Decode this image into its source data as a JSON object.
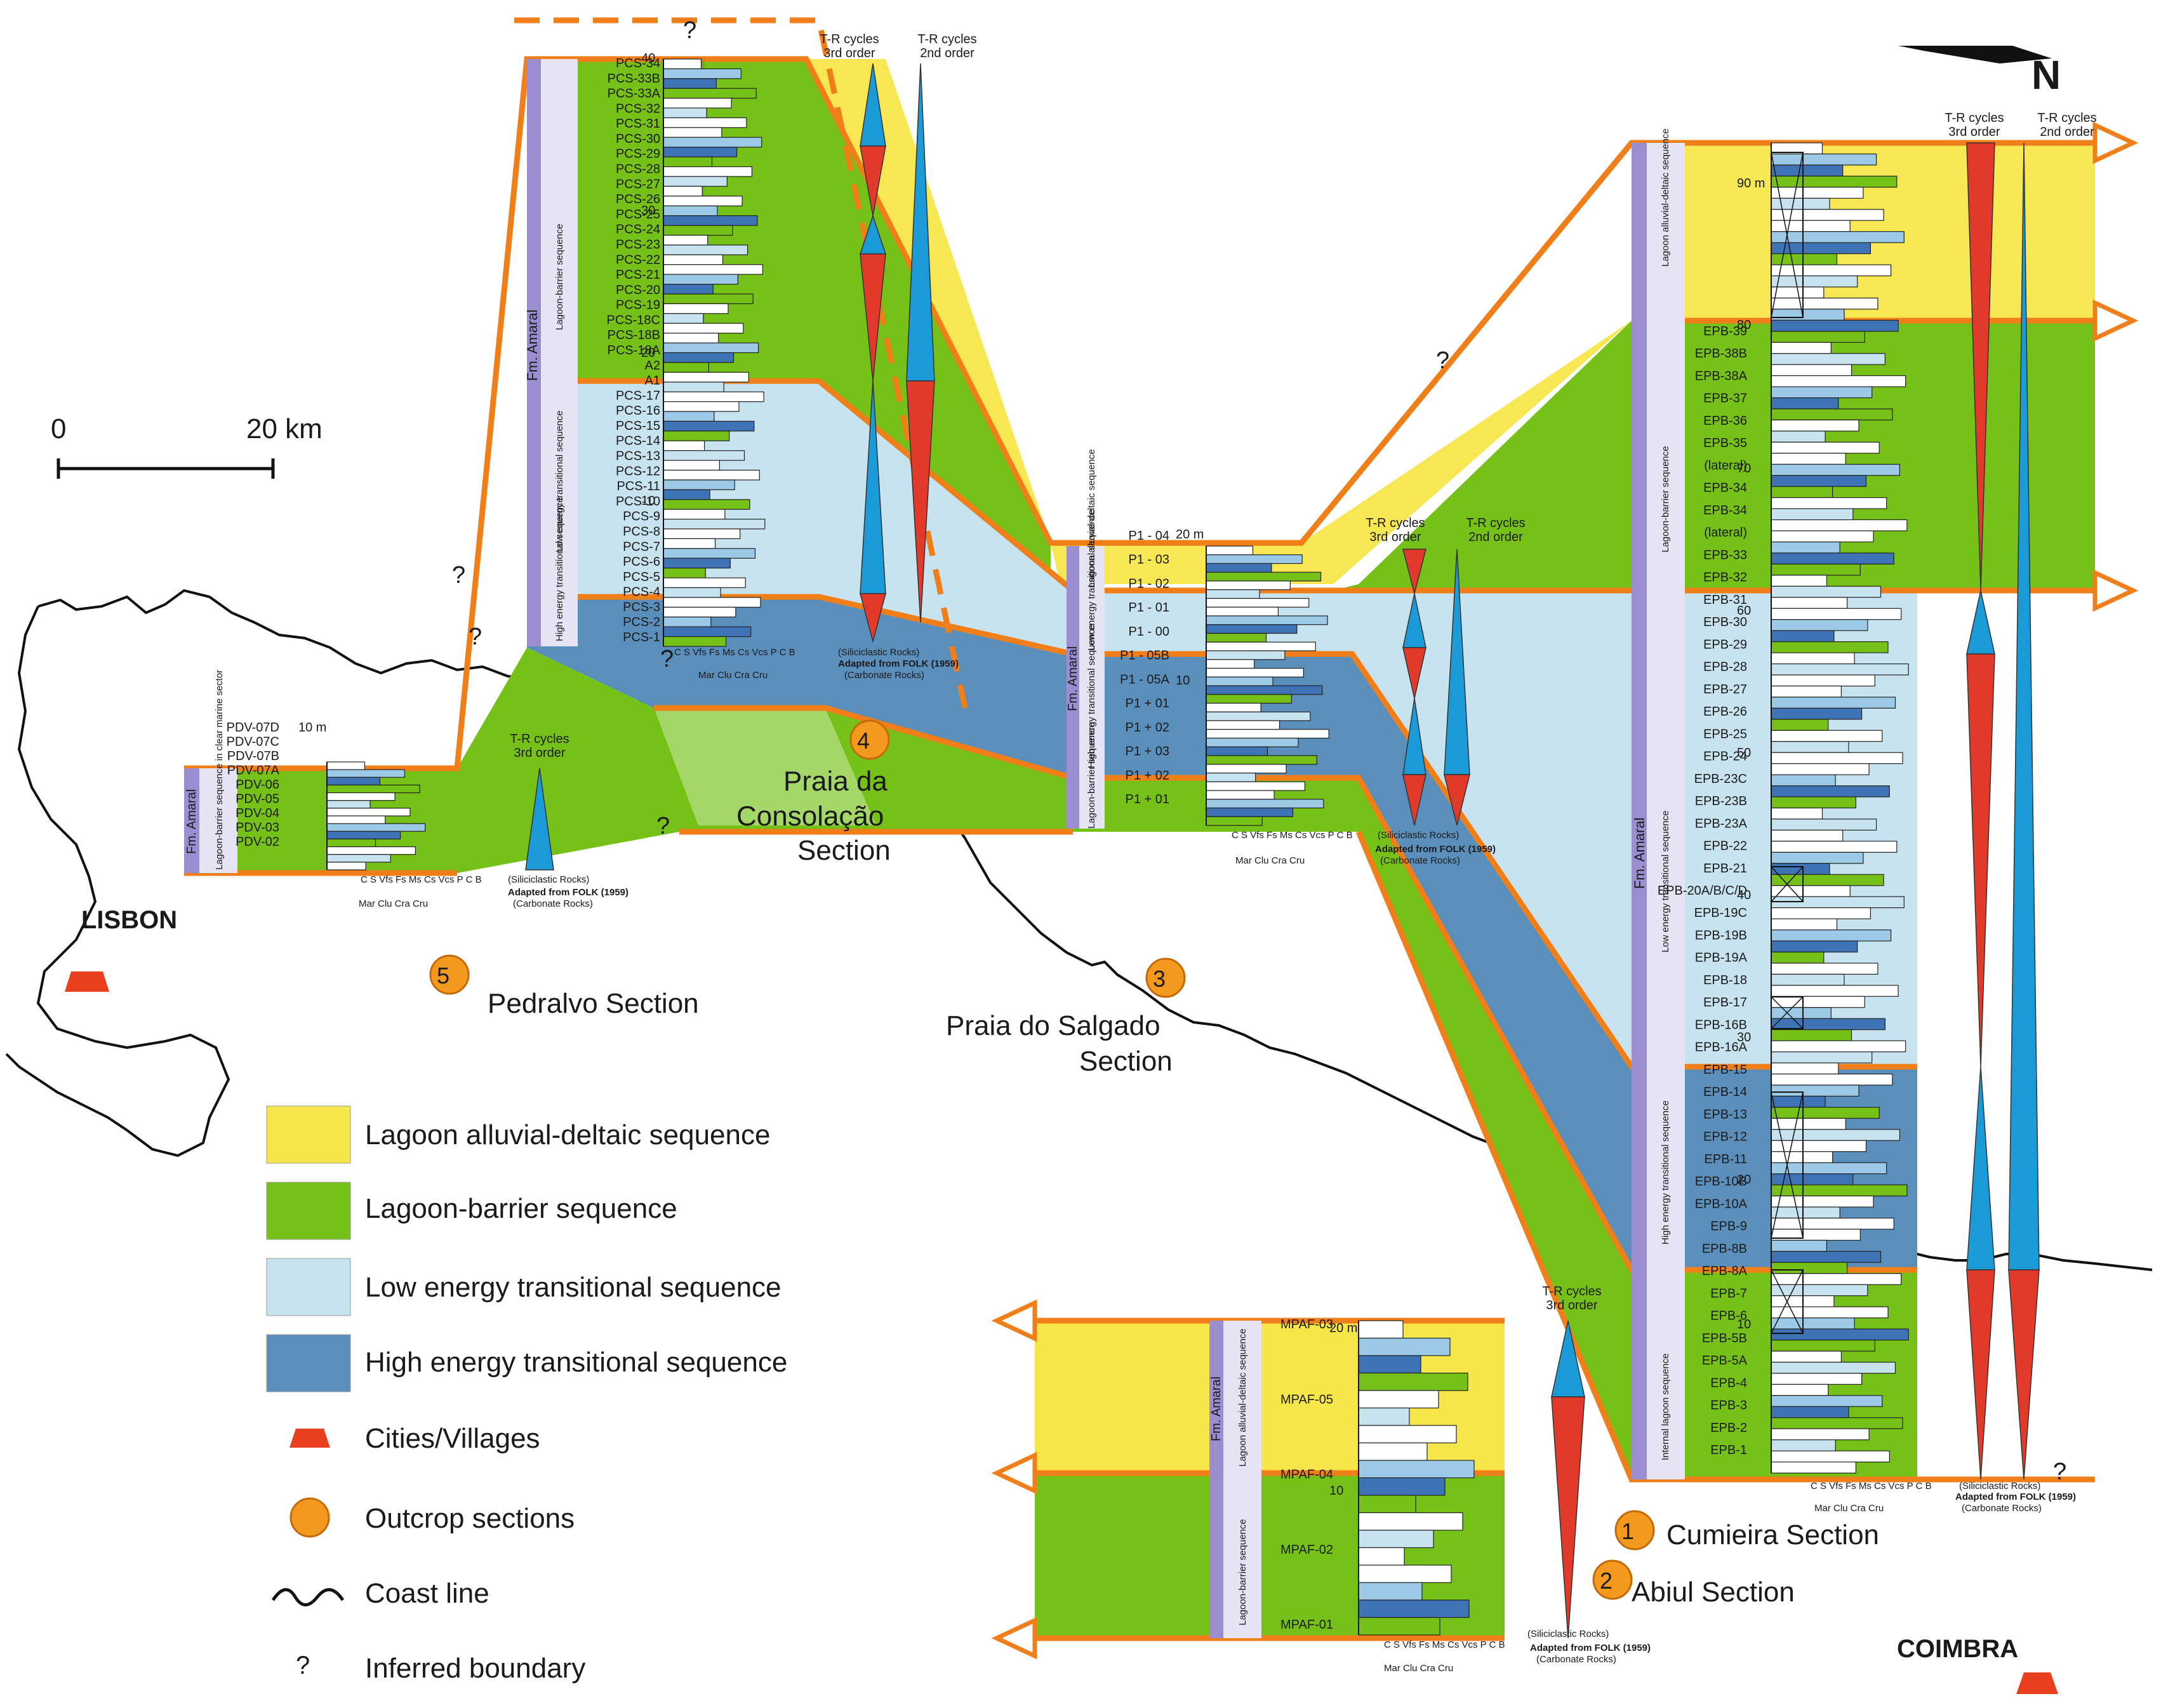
{
  "colors": {
    "lagoon_alluvial": "#f7e64a",
    "lagoon_barrier": "#76c117",
    "low_energy": "#c8e3f0",
    "high_energy": "#5b8fbb",
    "boundary": "#f07f1a",
    "trans_red": "#e23a2a",
    "reg_blue": "#1a9ad6",
    "formation_bar": "#9b8ed0",
    "city": "#e8401c"
  },
  "legend": [
    {
      "key": "lagoon_alluvial",
      "label": "Lagoon alluvial-deltaic sequence"
    },
    {
      "key": "lagoon_barrier",
      "label": "Lagoon-barrier sequence"
    },
    {
      "key": "low_energy",
      "label": "Low energy transitional sequence"
    },
    {
      "key": "high_energy",
      "label": "High energy transitional sequence"
    },
    {
      "key": "city",
      "label": "Cities/Villages",
      "icon": "city-trapezoid-icon"
    },
    {
      "key": "outcrop",
      "label": "Outcrop sections",
      "icon": "outcrop-hammer-icon"
    },
    {
      "key": "coast",
      "label": "Coast line",
      "icon": "coast-line-icon"
    },
    {
      "key": "inferred",
      "label": "Inferred boundary",
      "icon": "question-mark-icon",
      "symbol": "?"
    }
  ],
  "scale_bar": {
    "start": "0",
    "end": "20 km"
  },
  "north_label": "N",
  "cities": [
    {
      "name": "LISBON"
    },
    {
      "name": "COIMBRA"
    }
  ],
  "sections": [
    {
      "number": "1",
      "name": "Cumieira Section"
    },
    {
      "number": "2",
      "name": "Abiul Section"
    },
    {
      "number": "3",
      "name": "Praia do Salgado",
      "name2": "Section"
    },
    {
      "number": "4",
      "name": "Praia da",
      "name2": "Consolação",
      "name3": "Section"
    },
    {
      "number": "5",
      "name": "Pedralvo Section"
    }
  ],
  "common_labels": {
    "tr_3rd": "T-R cycles",
    "tr_3rd_sub": "3rd order",
    "tr_2nd": "T-R cycles",
    "tr_2nd_sub": "2nd order",
    "formation": "Fm. Amaral",
    "grain_scale": "C  S Vfs Fs Ms Cs Vcs P C  B",
    "carb_scale": "Mar Clu Cra          Cru",
    "siliciclastic": "(Siliciclastic Rocks)",
    "folk": "Adapted from FOLK (1959)",
    "carbonate": "(Carbonate Rocks)",
    "question": "?",
    "seq_lagoon_alluvial": "Lagoon alluvial-deltaic sequence",
    "seq_lagoon_barrier": "Lagoon-barrier sequence",
    "seq_low": "Low energy transitional sequence",
    "seq_high": "High energy transitional sequence",
    "seq_internal": "Internal lagoon sequence",
    "seq_pedralvo": "Lagoon-barrier sequence in clear marine sector"
  },
  "pcs_samples": [
    "PCS-34",
    "PCS-33B",
    "PCS-33A",
    "PCS-32",
    "PCS-31",
    "PCS-30",
    "PCS-29",
    "PCS-28",
    "PCS-27",
    "PCS-26",
    "PCS-25",
    "PCS-24",
    "PCS-23",
    "PCS-22",
    "PCS-21",
    "PCS-20",
    "PCS-19",
    "PCS-18C",
    "PCS-18B",
    "PCS-18A",
    "A2",
    "A1",
    "PCS-17",
    "PCS-16",
    "PCS-15",
    "PCS-14",
    "PCS-13",
    "PCS-12",
    "PCS-11",
    "PCS-10",
    "PCS-9",
    "PCS-8",
    "PCS-7",
    "PCS-6",
    "PCS-5",
    "PCS-4",
    "PCS-3",
    "PCS-2",
    "PCS-1"
  ],
  "pcs_ticks": [
    "40",
    "30",
    "20",
    "10"
  ],
  "pdv_samples": [
    "PDV-07D",
    "PDV-07C",
    "PDV-07B",
    "PDV-07A",
    "PDV-06",
    "PDV-05",
    "PDV-04",
    "PDV-03",
    "PDV-02"
  ],
  "pdv_tick": "10 m",
  "p1_samples": [
    "P1 - 04",
    "P1 - 03",
    "P1 - 02",
    "P1 - 01",
    "P1 - 00",
    "P1 - 05B",
    "P1 - 05A",
    "P1 + 01",
    "P1 + 02",
    "P1 + 03",
    "P1 + 02",
    "P1 + 01"
  ],
  "p1_ticks": [
    "20 m",
    "10"
  ],
  "epb_samples": [
    "EPB-39",
    "EPB-38B",
    "EPB-38A",
    "EPB-37",
    "EPB-36",
    "EPB-35",
    "(lateral)",
    "EPB-34",
    "EPB-34",
    "(lateral)",
    "EPB-33",
    "EPB-32",
    "EPB-31",
    "EPB-30",
    "EPB-29",
    "EPB-28",
    "EPB-27",
    "EPB-26",
    "EPB-25",
    "EPB-24",
    "EPB-23C",
    "EPB-23B",
    "EPB-23A",
    "EPB-22",
    "EPB-21",
    "EPB-20A/B/C/D",
    "EPB-19C",
    "EPB-19B",
    "EPB-19A",
    "EPB-18",
    "EPB-17",
    "EPB-16B",
    "EPB-16A",
    "EPB-15",
    "EPB-14",
    "EPB-13",
    "EPB-12",
    "EPB-11",
    "EPB-10B",
    "EPB-10A",
    "EPB-9",
    "EPB-8B",
    "EPB-8A",
    "EPB-7",
    "EPB-6",
    "EPB-5B",
    "EPB-5A",
    "EPB-4",
    "EPB-3",
    "EPB-2",
    "EPB-1"
  ],
  "epb_ticks": [
    "90 m",
    "80",
    "70",
    "60",
    "50",
    "40",
    "30",
    "20",
    "10"
  ],
  "mpaf_samples": [
    "MPAF-03",
    "MPAF-05",
    "MPAF-04",
    "MPAF-02",
    "MPAF-01"
  ],
  "mpaf_ticks": [
    "20 m",
    "10"
  ]
}
